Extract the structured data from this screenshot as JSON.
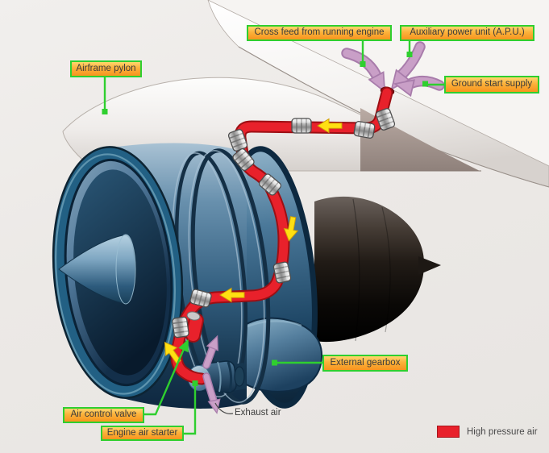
{
  "labels": {
    "airframe_pylon": "Airframe pylon",
    "cross_feed": "Cross feed from running engine",
    "apu": "Auxiliary power unit (A.P.U.)",
    "ground_start": "Ground start supply",
    "external_gearbox": "External gearbox",
    "air_control_valve": "Air control valve",
    "engine_air_starter": "Engine air starter",
    "exhaust_air": "Exhaust air"
  },
  "legend": {
    "high_pressure_air": "High pressure air",
    "swatch_color": "#e8212b"
  },
  "colors": {
    "background": "#ece9e6",
    "label_box_border": "#2fcf2f",
    "label_box_fill_top": "#ffd66e",
    "label_box_fill_bottom": "#f7941e",
    "label_text": "#3b3b3b",
    "leader_green": "#2fcf2f",
    "pipe_red": "#e8212b",
    "pipe_red_outline": "#9c0f14",
    "flow_arrow_yellow": "#ffe012",
    "air_arrow_purple": "#c99fc7",
    "engine_blue_dark": "#12304e",
    "engine_blue_light": "#7fa3bf",
    "exhaust_core_dark": "#0a0806",
    "wing_white": "#ffffff"
  }
}
